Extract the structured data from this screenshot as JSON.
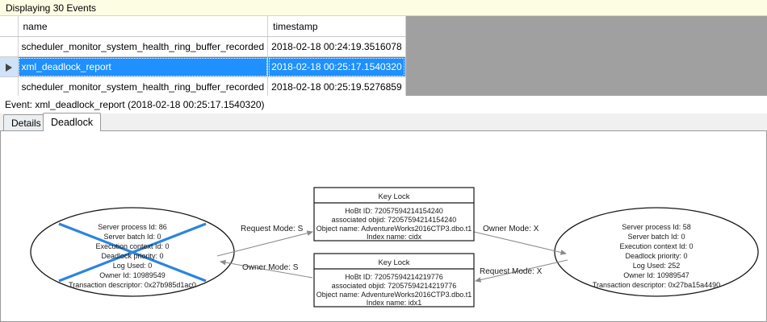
{
  "banner": {
    "text": "Displaying 30 Events"
  },
  "grid": {
    "columns": [
      "",
      "name",
      "timestamp"
    ],
    "rows": [
      {
        "selector": "",
        "name": "scheduler_monitor_system_health_ring_buffer_recorded",
        "timestamp": "2018-02-18 00:24:19.3516078",
        "selected": false
      },
      {
        "selector": "row-arrow-icon",
        "name": "xml_deadlock_report",
        "timestamp": "2018-02-18 00:25:17.1540320",
        "selected": true
      },
      {
        "selector": "",
        "name": "scheduler_monitor_system_health_ring_buffer_recorded",
        "timestamp": "2018-02-18 00:25:19.5276859",
        "selected": false
      }
    ]
  },
  "event_header": {
    "text": "Event: xml_deadlock_report (2018-02-18 00:25:17.1540320)"
  },
  "tabs": [
    {
      "label": "Details",
      "active": false
    },
    {
      "label": "Deadlock",
      "active": true
    }
  ],
  "deadlock_graph": {
    "victim_marker_color": "#2a85e0",
    "process_left": {
      "is_victim": true,
      "lines": [
        "Server process Id: 86",
        "Server batch Id: 0",
        "Execution context Id: 0",
        "Deadlock priority: 0",
        "Log Used: 0",
        "Owner Id: 10989549",
        "Transaction descriptor: 0x27b985d1ac0"
      ]
    },
    "process_right": {
      "is_victim": false,
      "lines": [
        "Server process Id: 58",
        "Server batch Id: 0",
        "Execution context Id: 0",
        "Deadlock priority: 0",
        "Log Used: 252",
        "Owner Id: 10989547",
        "Transaction descriptor: 0x27ba15a4490"
      ]
    },
    "resource_top": {
      "title": "Key Lock",
      "lines": [
        "HoBt ID: 72057594214154240",
        "associated objid: 72057594214154240",
        "Object name: AdventureWorks2016CTP3.dbo.t1",
        "Index name: cidx"
      ]
    },
    "resource_bottom": {
      "title": "Key Lock",
      "lines": [
        "HoBt ID: 72057594214219776",
        "associated objid: 72057594214219776",
        "Object name: AdventureWorks2016CTP3.dbo.t1",
        "Index name: idx1"
      ]
    },
    "edges": [
      {
        "id": "left-request-top",
        "label": "Request Mode: S"
      },
      {
        "id": "top-owner-right",
        "label": "Owner Mode: X"
      },
      {
        "id": "bottom-owner-left",
        "label": "Owner Mode: S"
      },
      {
        "id": "right-request-bottom",
        "label": "Request Mode: X"
      }
    ]
  }
}
